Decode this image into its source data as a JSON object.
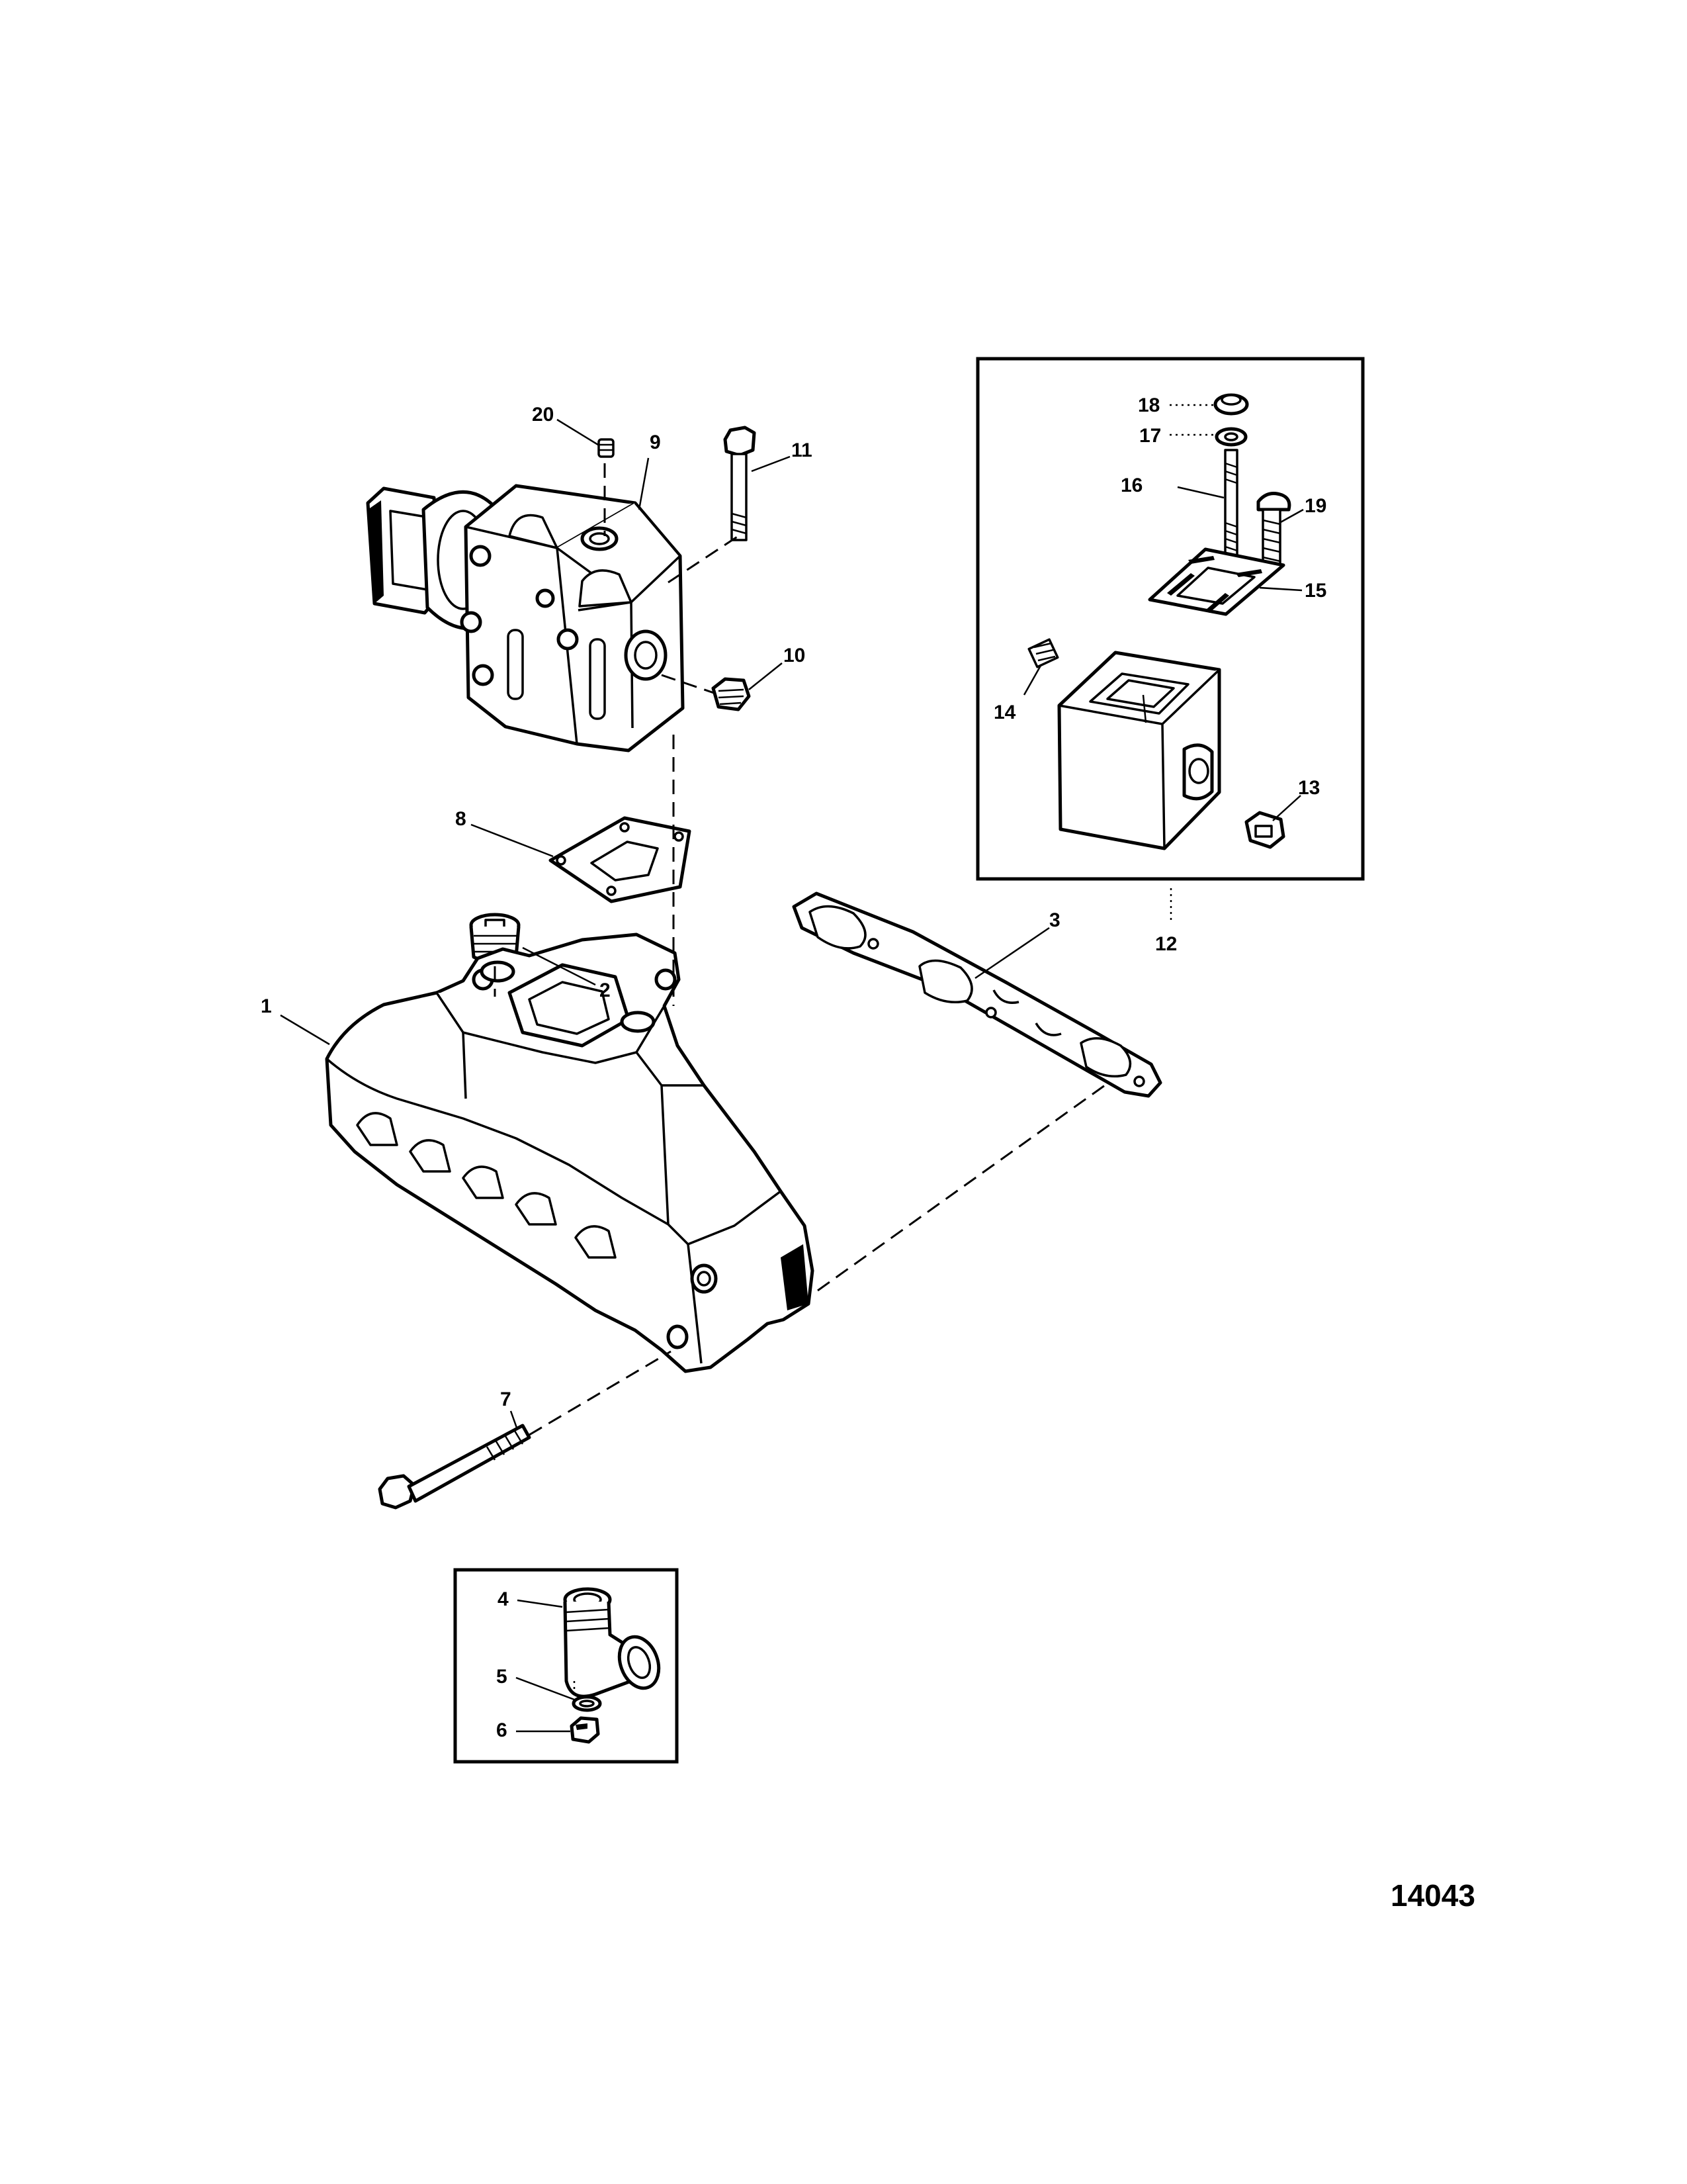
{
  "figure_number": "14043",
  "callouts": [
    "1",
    "2",
    "3",
    "4",
    "5",
    "6",
    "7",
    "8",
    "9",
    "10",
    "11",
    "12",
    "13",
    "14",
    "15",
    "16",
    "17",
    "18",
    "19",
    "20"
  ],
  "colors": {
    "ink": "#000000",
    "paper": "#ffffff"
  }
}
